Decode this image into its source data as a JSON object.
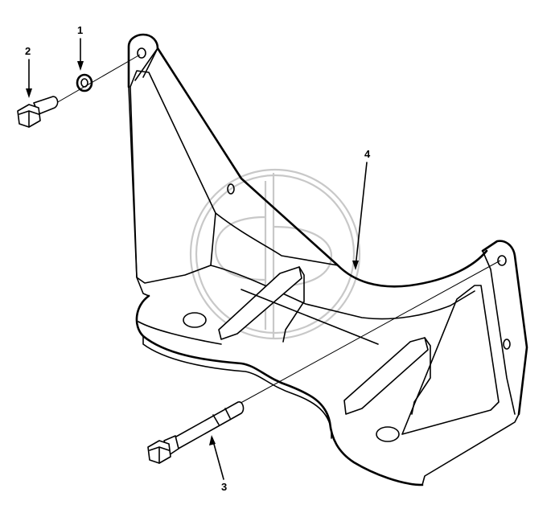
{
  "figure": {
    "callouts": [
      {
        "id": "washer",
        "label": "1"
      },
      {
        "id": "capscrew-short",
        "label": "2"
      },
      {
        "id": "capscrew-long",
        "label": "3"
      },
      {
        "id": "bracket",
        "label": "4"
      }
    ],
    "colors": {
      "line": "#000000",
      "watermark": "#c8c8c8",
      "background": "#ffffff"
    }
  }
}
